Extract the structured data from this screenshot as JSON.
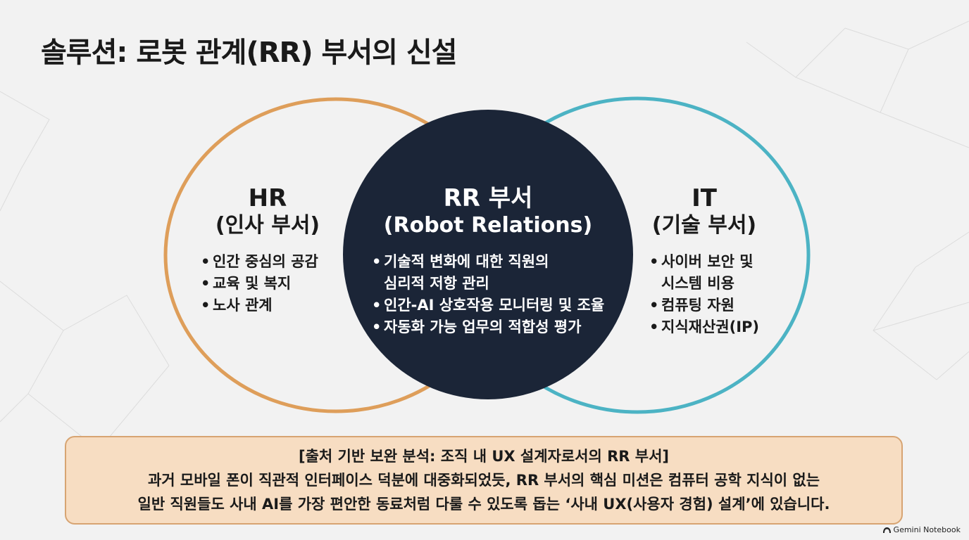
{
  "title": "솔루션: 로봇 관계(RR) 부서의 신설",
  "colors": {
    "hr_ring": "#de9e5a",
    "it_ring": "#4cb3c4",
    "center_fill": "#1b2537",
    "note_bg": "#f7ddc2",
    "note_border": "#d7a472"
  },
  "hr": {
    "head": "HR",
    "sub": "(인사 부서)",
    "items": [
      "인간 중심의 공감",
      "교육 및 복지",
      "노사 관계"
    ]
  },
  "rr": {
    "head": "RR 부서",
    "sub": "(Robot Relations)",
    "items": [
      {
        "line1": "기술적 변화에 대한 직원의",
        "line2": "심리적 저항 관리"
      },
      {
        "line1": "인간-AI 상호작용 모니터링 및 조율",
        "line2": ""
      },
      {
        "line1": "자동화 가능 업무의 적합성 평가",
        "line2": ""
      }
    ]
  },
  "it": {
    "head": "IT",
    "sub": "(기술 부서)",
    "items": [
      {
        "line1": "사이버 보안 및",
        "line2": "시스템 비용"
      },
      {
        "line1": "컴퓨팅 자원",
        "line2": ""
      },
      {
        "line1": "지식재산권(IP)",
        "line2": ""
      }
    ]
  },
  "note": {
    "heading": "[출처 기반 보완 분석: 조직 내 UX 설계자로서의 RR 부서]",
    "line1": "과거 모바일 폰이 직관적 인터페이스 덕분에 대중화되었듯, RR 부서의 핵심 미션은 컴퓨터 공학 지식이 없는",
    "line2_pre": "일반 직원들도 사내 AI를 가장 편안한 동료처럼 다룰 수 있도록 돕는 ",
    "line2_em": "‘사내 UX(사용자 경험) 설계’",
    "line2_post": "에 있습니다."
  },
  "badge": {
    "icon": "gemini-notebook-icon",
    "label": "Gemini Notebook"
  }
}
